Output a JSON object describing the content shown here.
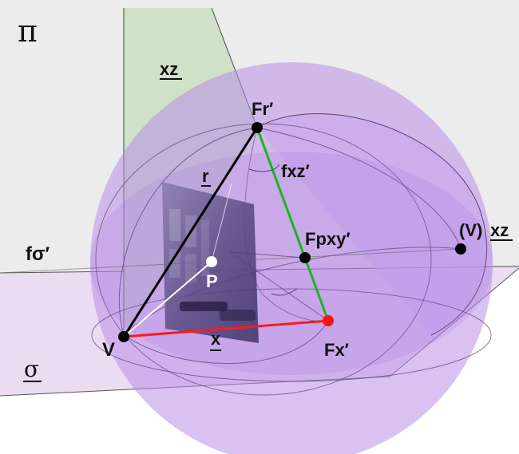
{
  "labels": {
    "pi": "π",
    "xz_plane": "xz",
    "fr_prime": "Fr′",
    "fxz_prime": "fxz′",
    "r_line": "r",
    "fpxy_prime": "Fpxy′",
    "v_xz": "(V)",
    "v_xz_suffix": "xz",
    "f_sigma_prefix": "f",
    "f_sigma_suffix": "σ′",
    "p_point": "P",
    "v_point": "V",
    "x_line": "x",
    "fx_prime": "Fx′",
    "sigma": "σ"
  },
  "colors": {
    "background": "#ffffff",
    "pi_plane": "#ececec",
    "xz_plane": "#cfe1c7",
    "sigma_plane": "#ead9f0",
    "sphere": "#b98ee8",
    "sphere_front": "#9f6fe0",
    "photo": "#5e4f86",
    "line_black": "#000000",
    "line_green": "#1fb31f",
    "line_red": "#ff1a1a",
    "line_white": "#ffffff",
    "point_black": "#000000",
    "point_red": "#ff1010",
    "point_white": "#ffffff"
  }
}
